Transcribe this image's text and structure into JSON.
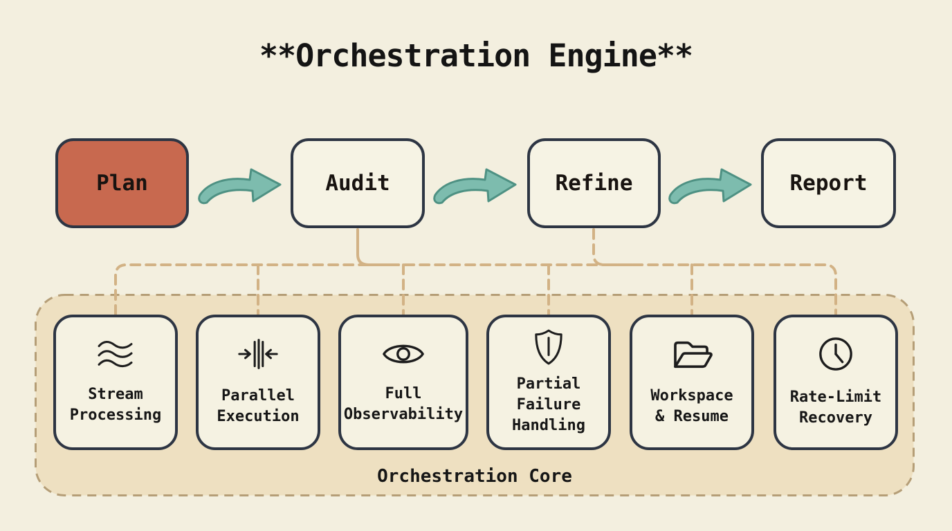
{
  "title": "**Orchestration Engine**",
  "pipeline": {
    "nodes": [
      {
        "id": "plan",
        "label": "Plan",
        "fill": "#c8694f",
        "highlighted": true
      },
      {
        "id": "audit",
        "label": "Audit",
        "fill": "#f6f3e4",
        "highlighted": false
      },
      {
        "id": "refine",
        "label": "Refine",
        "fill": "#f6f3e4",
        "highlighted": false
      },
      {
        "id": "report",
        "label": "Report",
        "fill": "#f6f3e4",
        "highlighted": false
      }
    ],
    "connector_icon": "curved-arrow-icon"
  },
  "core": {
    "label": "Orchestration Core",
    "modules": [
      {
        "icon": "waves-icon",
        "label_lines": [
          "Stream",
          "Processing"
        ]
      },
      {
        "icon": "parallel-merge-icon",
        "label_lines": [
          "Parallel",
          "Execution"
        ]
      },
      {
        "icon": "eye-icon",
        "label_lines": [
          "Full",
          "Observability"
        ]
      },
      {
        "icon": "shield-icon",
        "label_lines": [
          "Partial",
          "Failure",
          "Handling"
        ]
      },
      {
        "icon": "open-folder-icon",
        "label_lines": [
          "Workspace",
          "& Resume"
        ]
      },
      {
        "icon": "clock-icon",
        "label_lines": [
          "Rate-Limit",
          "Recovery"
        ]
      }
    ]
  },
  "colors": {
    "background": "#f3efdf",
    "node_border": "#2d3543",
    "plan_fill": "#c8694f",
    "node_fill": "#f6f3e4",
    "arrow_fill": "#7dbcae",
    "arrow_stroke": "#4e9183",
    "container_fill": "#eee0c1",
    "container_border": "#b59e77",
    "connector_line": "#d2b285",
    "module_fill": "#f5f2e2",
    "text": "#161616"
  }
}
